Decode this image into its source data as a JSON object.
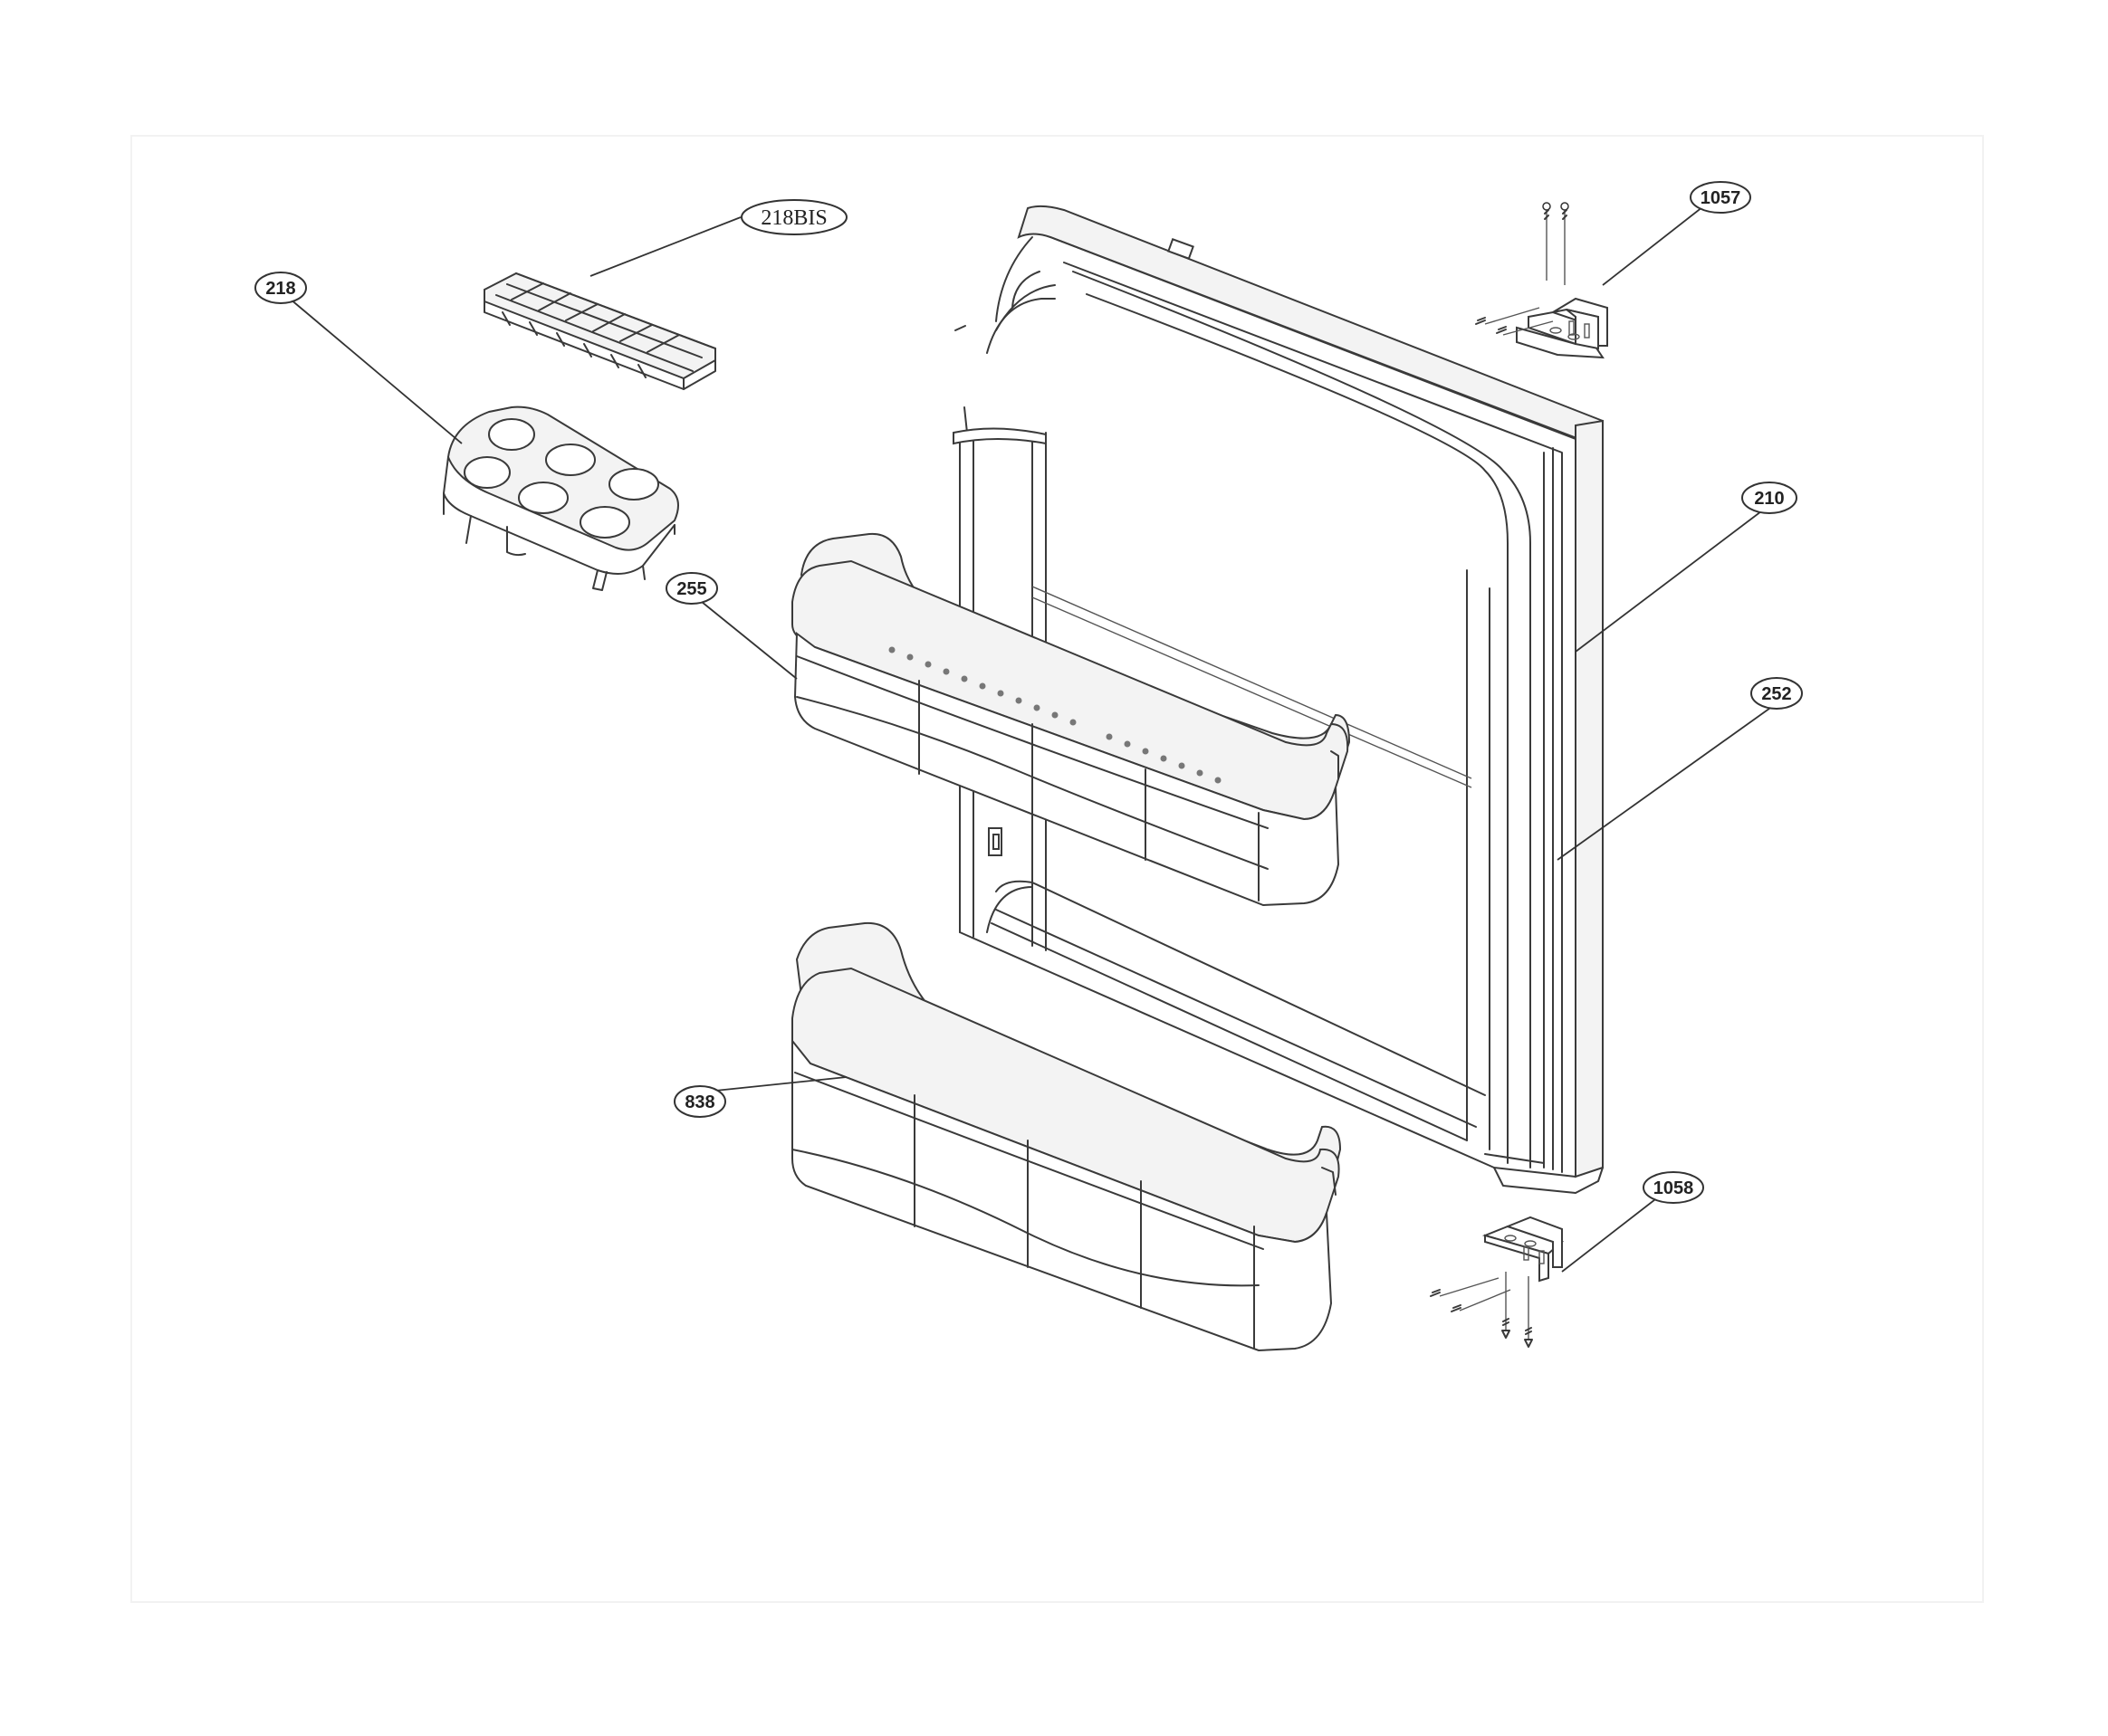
{
  "callouts": [
    {
      "id": "part-218bis",
      "label": "218BIS"
    },
    {
      "id": "part-218",
      "label": "218"
    },
    {
      "id": "part-255",
      "label": "255"
    },
    {
      "id": "part-838",
      "label": "838"
    },
    {
      "id": "part-210",
      "label": "210"
    },
    {
      "id": "part-252",
      "label": "252"
    },
    {
      "id": "part-1057",
      "label": "1057"
    },
    {
      "id": "part-1058",
      "label": "1058"
    }
  ]
}
